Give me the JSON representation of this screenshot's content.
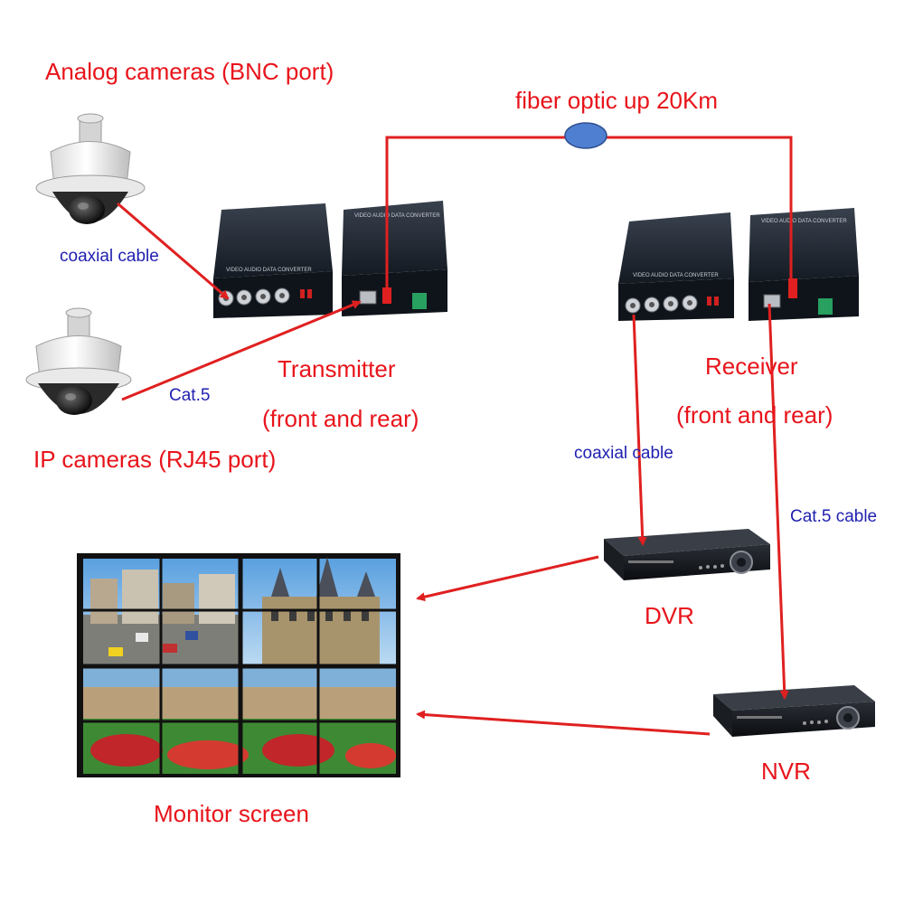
{
  "labels": {
    "analog_cameras": "Analog cameras (BNC port)",
    "ip_cameras": "IP cameras (RJ45 port)",
    "fiber": "fiber optic up 20Km",
    "coax_left": "coaxial cable",
    "cat5_left": "Cat.5",
    "transmitter": "Transmitter",
    "transmitter_sub": "(front and rear)",
    "receiver": "Receiver",
    "receiver_sub": "(front and rear)",
    "coax_right": "coaxial cable",
    "cat5_right": "Cat.5 cable",
    "dvr": "DVR",
    "nvr": "NVR",
    "monitor": "Monitor screen"
  },
  "colors": {
    "label_red": "#e8141b",
    "label_blue": "#1f1fb0",
    "cable": "#e02020",
    "fiber_node": "#4f7fd0",
    "device_body": "#1b2430"
  },
  "icons": {
    "camera": "ptz-dome-camera-icon",
    "converter": "fiber-media-converter-icon",
    "recorder": "dvr-recorder-icon",
    "video_wall": "video-wall-monitor-icon"
  }
}
